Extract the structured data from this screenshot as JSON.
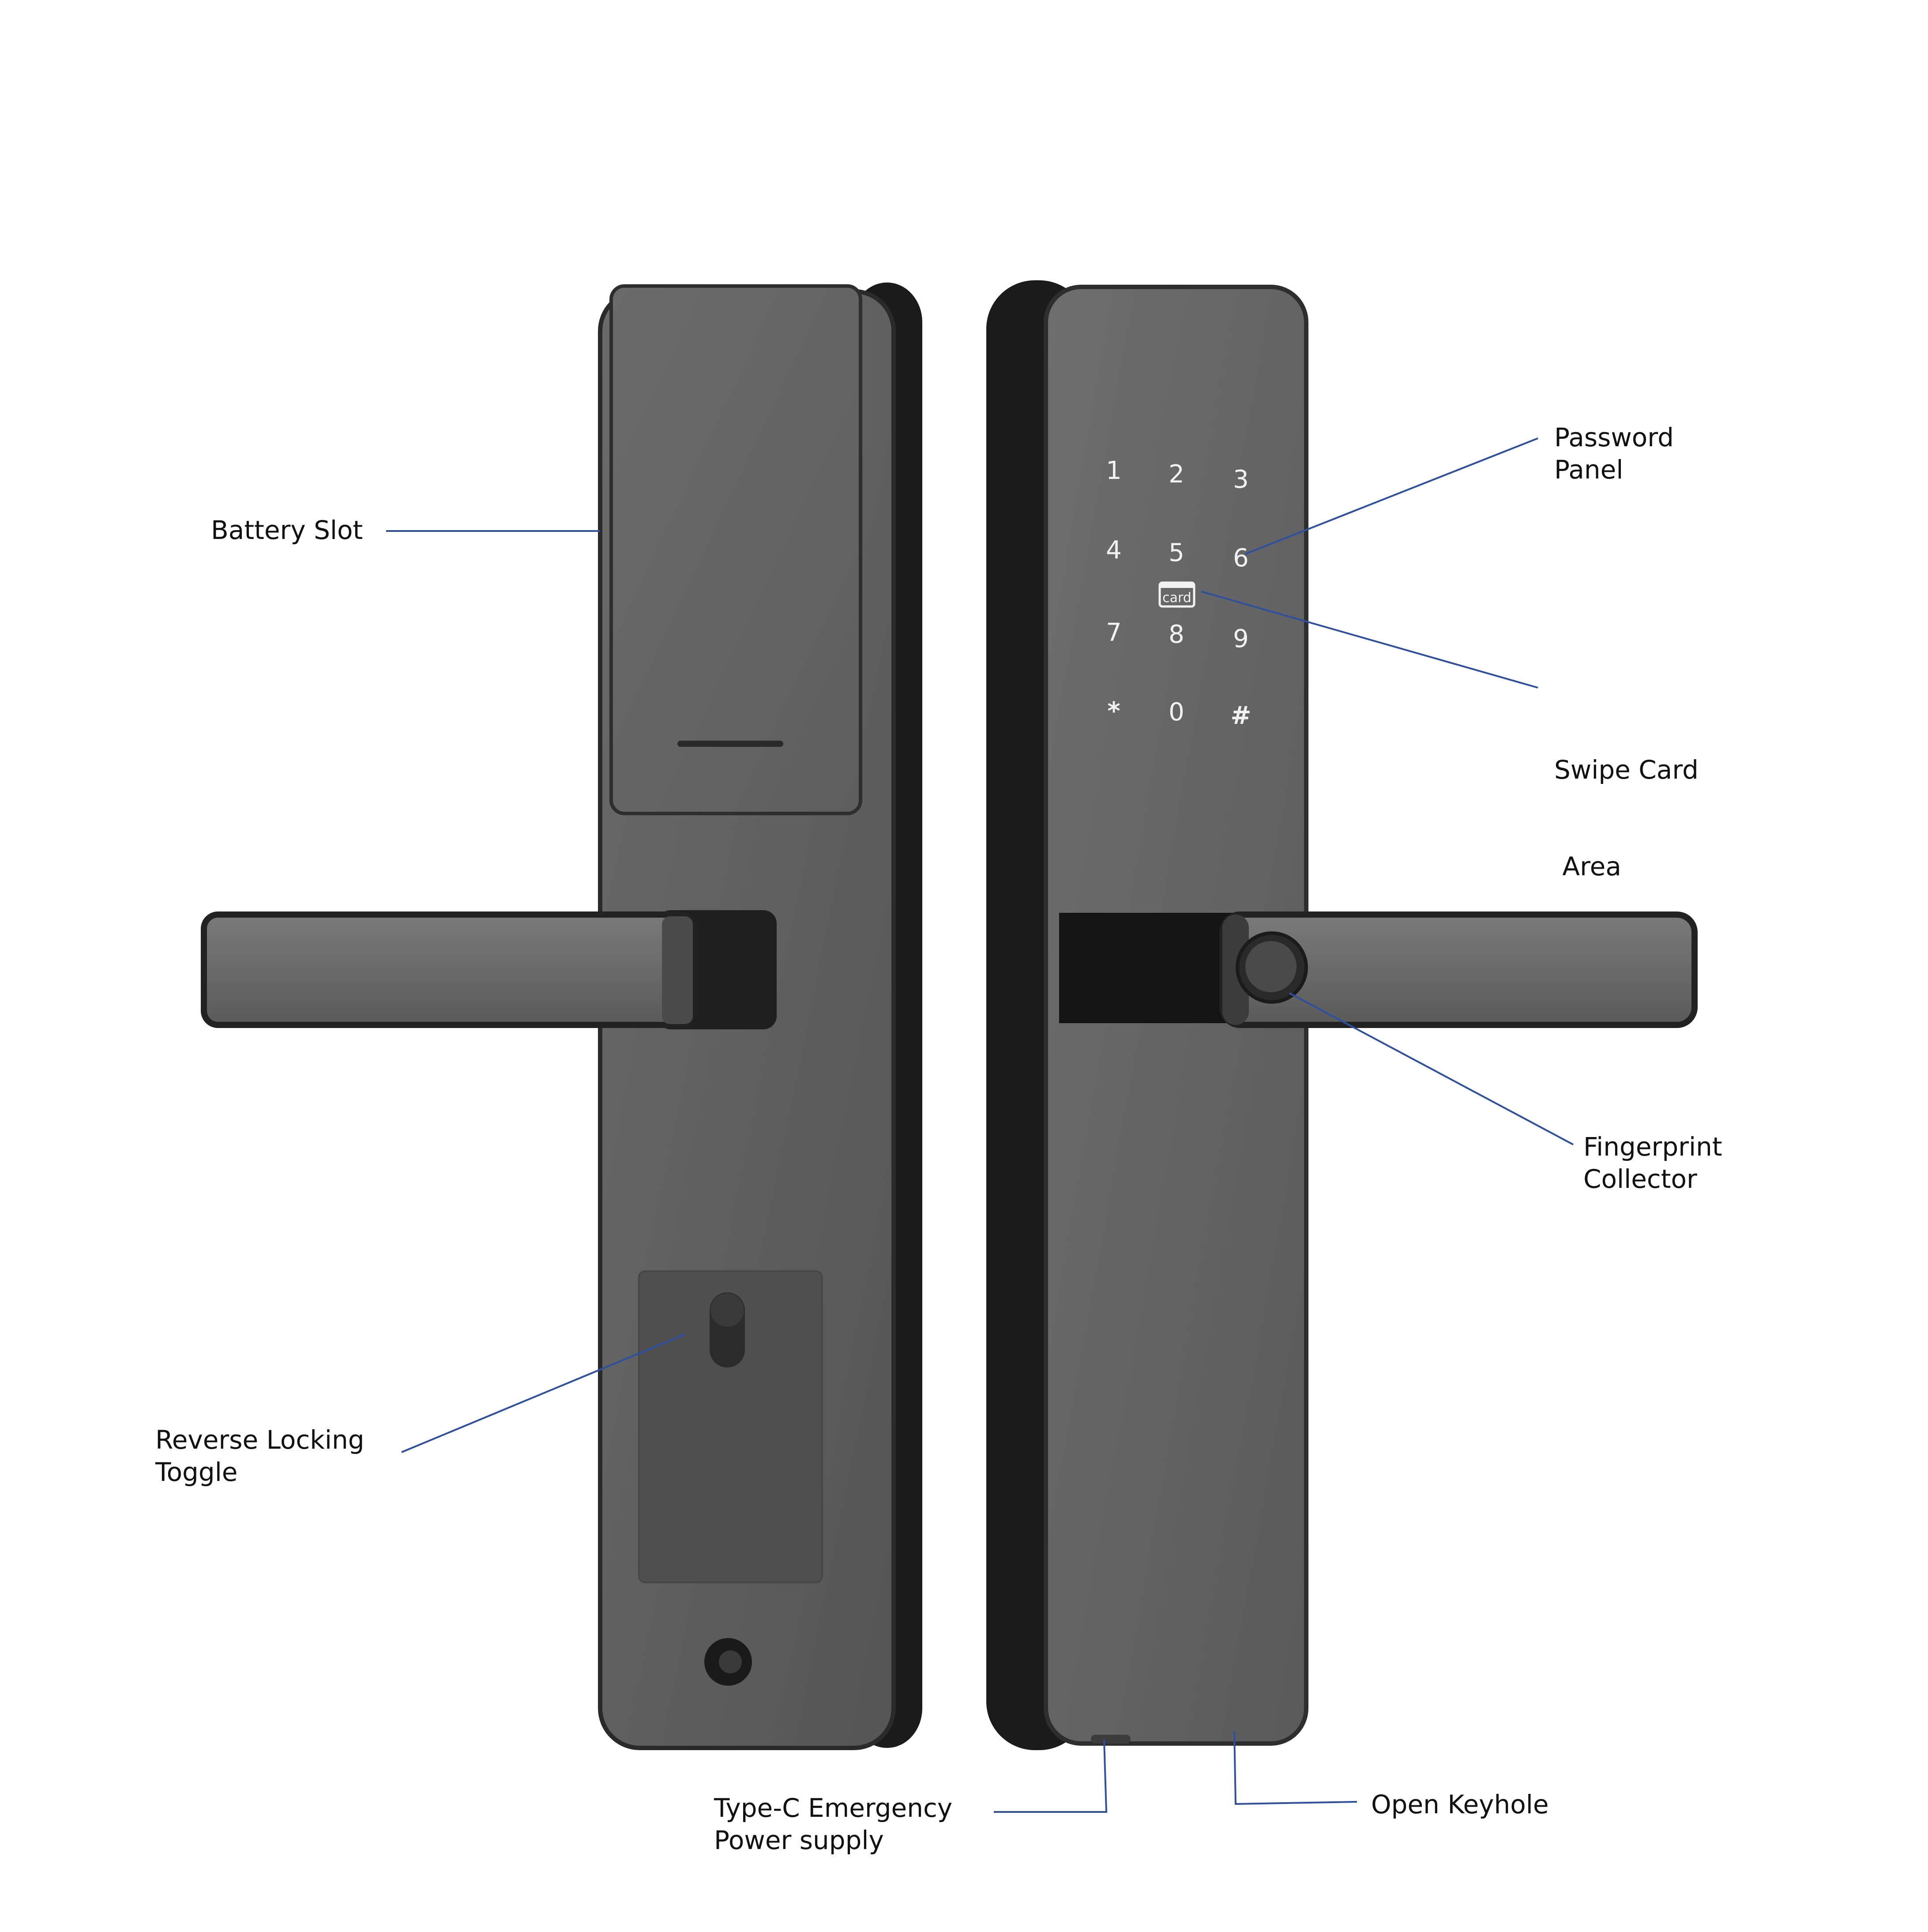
{
  "colors": {
    "background": "#ffffff",
    "leader_line": "#2f4f9f",
    "label_text": "#111111",
    "panel_face": "#5f5f5f",
    "panel_side": "#1e1e1e",
    "keypad_glyph": "#f2f2f2"
  },
  "callouts": {
    "battery_slot": {
      "lines": [
        "Battery Slot"
      ]
    },
    "password_panel": {
      "lines": [
        "Password",
        "Panel"
      ]
    },
    "swipe_card_area": {
      "lines": [
        "Swipe Card",
        " Area"
      ]
    },
    "fingerprint_collector": {
      "lines": [
        "Fingerprint",
        "Collector"
      ]
    },
    "reverse_locking_toggle": {
      "lines": [
        "Reverse Locking",
        "Toggle"
      ]
    },
    "type_c_power": {
      "lines": [
        "Type-C Emergency",
        "Power supply"
      ]
    },
    "open_keyhole": {
      "lines": [
        "Open Keyhole"
      ]
    }
  },
  "keypad": {
    "keys": [
      "1",
      "2",
      "3",
      "4",
      "5",
      "6",
      "7",
      "8",
      "9",
      "*",
      "0",
      "#"
    ],
    "card_label": "card"
  },
  "icons": {
    "keyhole": "keyhole-icon",
    "type_c_port": "usb-c-port-icon",
    "fingerprint": "fingerprint-sensor-icon",
    "card": "card-icon"
  }
}
